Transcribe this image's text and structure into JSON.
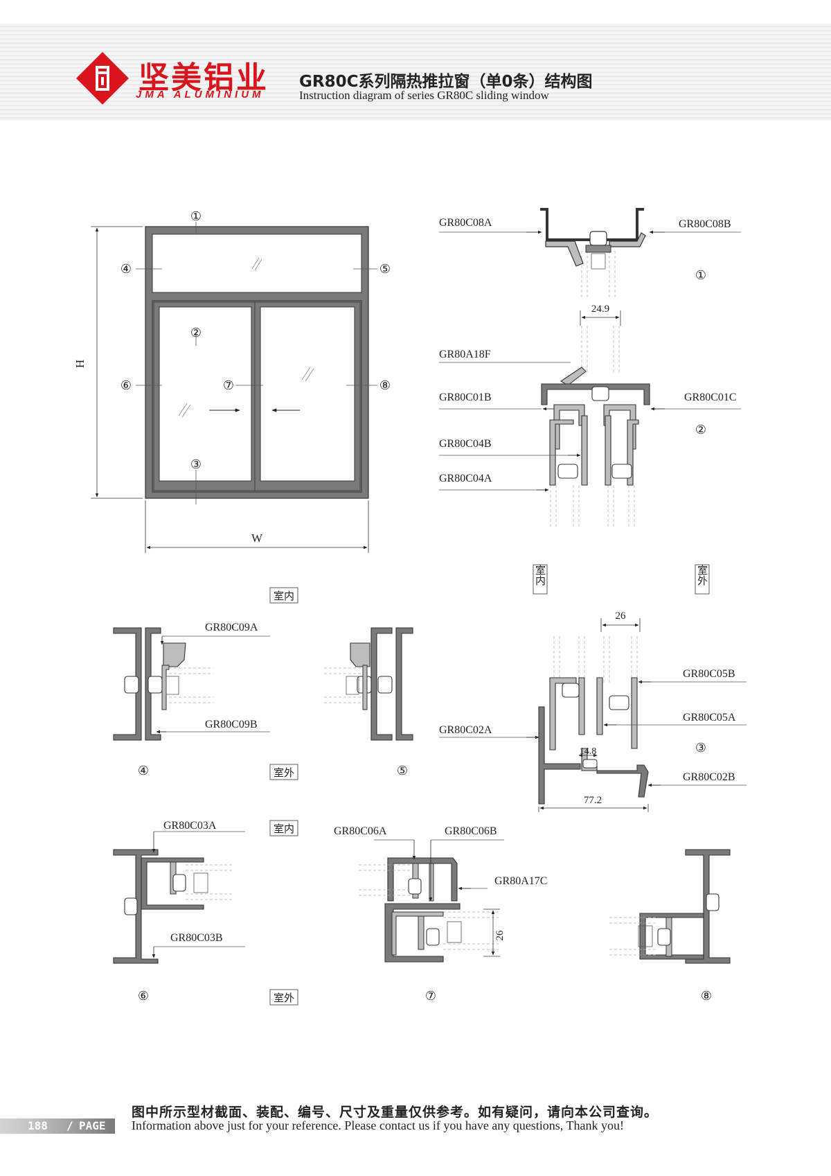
{
  "brand": {
    "name_cn": "坚美铝业",
    "name_en": "JMA ALUMINIUM",
    "red": "#d8141c"
  },
  "header": {
    "title_cn": "GR80C系列隔热推拉窗（单0条）结构图",
    "title_en": "Instruction diagram of series GR80C sliding window"
  },
  "elevation": {
    "markers": [
      "①",
      "②",
      "③",
      "④",
      "⑤",
      "⑥",
      "⑦",
      "⑧"
    ],
    "dim_height": "H",
    "dim_width": "W",
    "frame_color": "#6b6b6b"
  },
  "section1": {
    "labels": [
      "GR80C08A",
      "GR80C08B"
    ],
    "number": "①"
  },
  "section2": {
    "labels": [
      "GR80A18F",
      "GR80C01B",
      "GR80C01C",
      "GR80C04B",
      "GR80C04A"
    ],
    "dimension": "24.9",
    "number": "②",
    "indoor": "室内",
    "outdoor": "室外"
  },
  "section3": {
    "labels": [
      "GR80C05B",
      "GR80C05A",
      "GR80C02A",
      "GR80C02B"
    ],
    "dimensions": [
      "26",
      "14.8",
      "77.2"
    ],
    "number": "③"
  },
  "sections45": {
    "indoor": "室内",
    "outdoor": "室外",
    "labels": [
      "GR80C09A",
      "GR80C09B"
    ],
    "numbers": [
      "④",
      "⑤"
    ]
  },
  "sections678": {
    "indoor": "室内",
    "outdoor": "室外",
    "labels": [
      "GR80C03A",
      "GR80C03B",
      "GR80C06A",
      "GR80C06B",
      "GR80A17C"
    ],
    "dimension": "26",
    "numbers": [
      "⑥",
      "⑦",
      "⑧"
    ]
  },
  "footer": {
    "note_cn": "图中所示型材截面、装配、编号、尺寸及重量仅供参考。如有疑问，请向本公司查询。",
    "note_en": "Information above just for your reference. Please contact us if you have any questions, Thank you!",
    "page_number": "188",
    "page_sep": "/",
    "page_word": "PAGE"
  }
}
